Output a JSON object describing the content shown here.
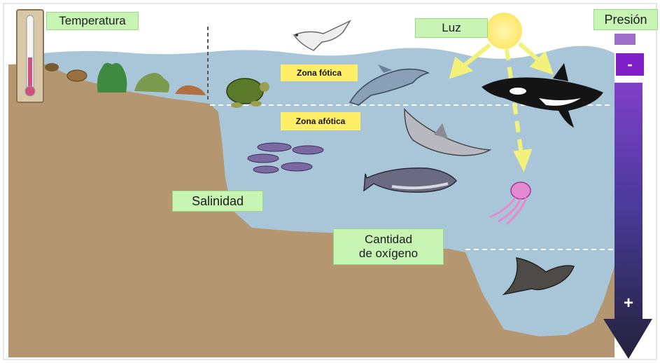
{
  "labels": {
    "temperatura": "Temperatura",
    "luz": "Luz",
    "presion": "Presión",
    "salinidad": "Salinidad",
    "oxigeno_line1": "Cantidad",
    "oxigeno_line2": "de oxígeno",
    "zona_fotica": "Zona fótica",
    "zona_afotica": "Zona afótica"
  },
  "pressure": {
    "low_sign": "-",
    "high_sign": "+"
  },
  "colors": {
    "water": "#a9c6d8",
    "land": "#b49670",
    "label_bg": "#c9f5b4",
    "zone_bg": "#ffee66",
    "sun": "#fff08a",
    "light_arrow": "#f2f27a",
    "pressure_top": "#7e3fc6",
    "pressure_bottom": "#22223a"
  },
  "icons": [
    "thermometer-icon",
    "sun-icon",
    "seagull-icon",
    "crab-icon",
    "seaweed-icon",
    "turtle-icon",
    "dolphin-icon",
    "orca-icon",
    "shark-icon",
    "tuna-icon",
    "fish-school-icon",
    "jellyfish-icon",
    "manta-ray-icon"
  ]
}
